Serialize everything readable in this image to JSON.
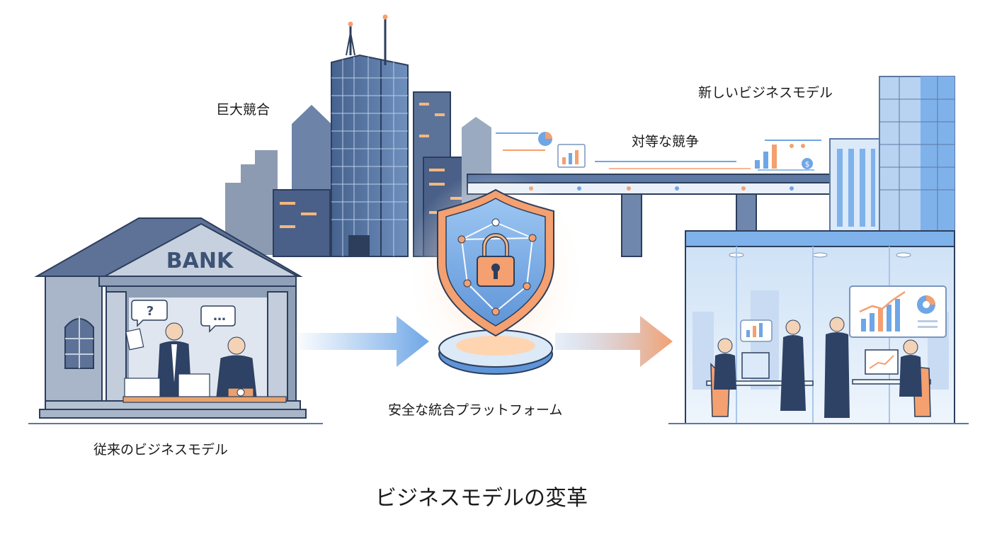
{
  "labels": {
    "giants": "巨大競合",
    "new_model": "新しいビジネスモデル",
    "equal_competition": "対等な競争",
    "secure_platform": "安全な統合プラットフォーム",
    "traditional_model": "従来のビジネスモデル",
    "main_title": "ビジネスモデルの変革"
  },
  "bank_sign": "BANK",
  "bubbles": {
    "question": "?",
    "ellipsis": "…"
  },
  "icons": [
    "padlock-icon",
    "shield-icon",
    "network-icon",
    "dollar-icon",
    "pie-chart-icon",
    "bar-chart-icon",
    "line-chart-icon"
  ],
  "colors": {
    "navy": "#3d5275",
    "steel_blue": "#5f7fa8",
    "sky_blue": "#7fb2ea",
    "light_blue": "#dce9f7",
    "orange": "#f4a070",
    "outline": "#2c3e5c"
  }
}
